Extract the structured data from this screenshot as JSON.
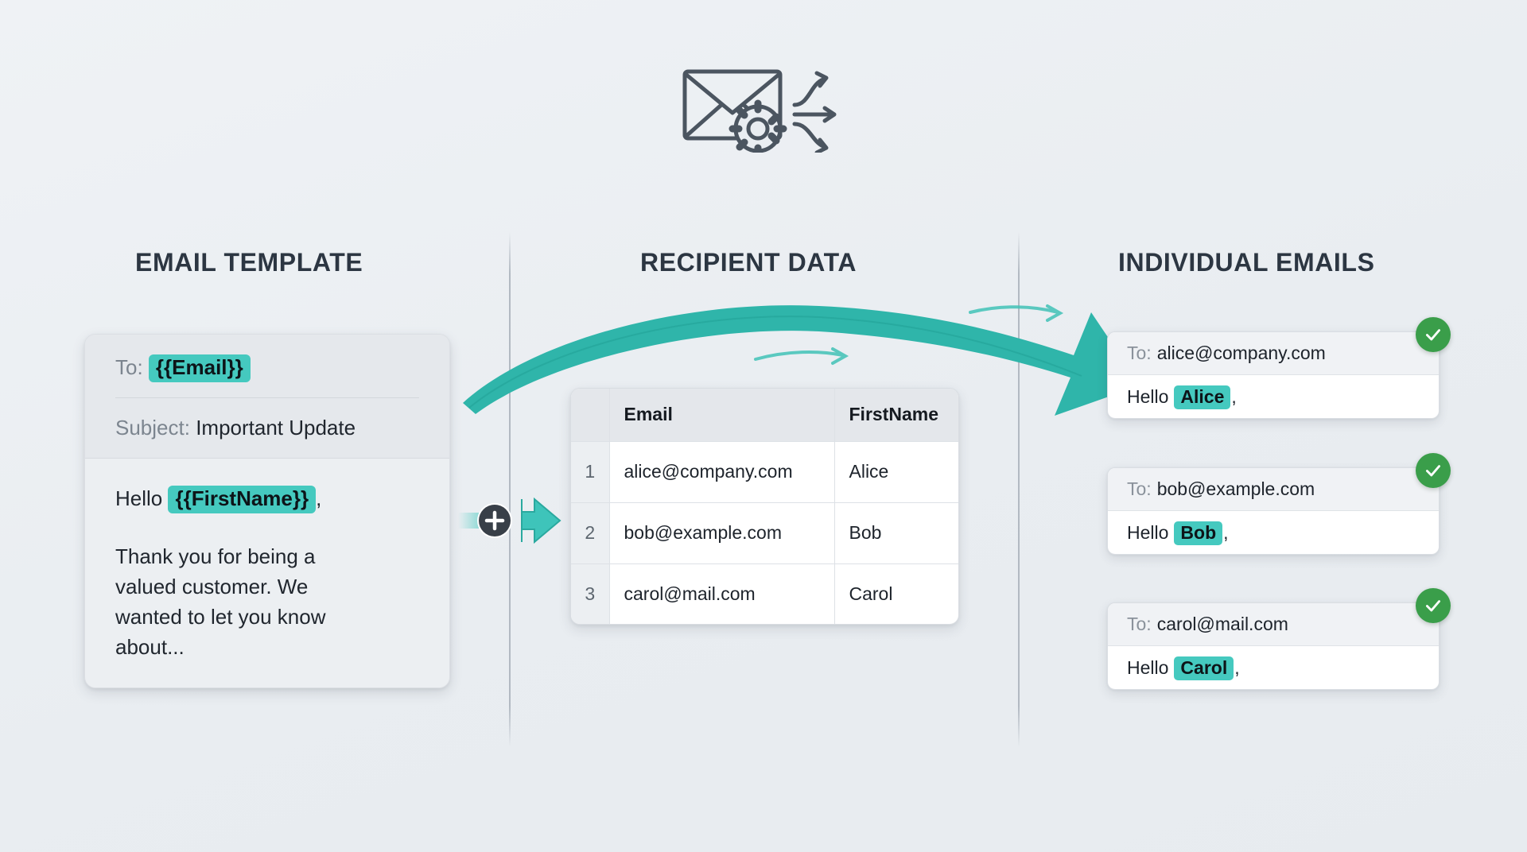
{
  "hero": {
    "icon": "envelope-gear-distribute-icon"
  },
  "columns": {
    "template_title": "EMAIL TEMPLATE",
    "data_title": "RECIPIENT DATA",
    "emails_title": "INDIVIDUAL EMAILS"
  },
  "template_card": {
    "to_label": "To:",
    "to_token": "{{Email}}",
    "subject_label": "Subject:",
    "subject_value": "Important Update",
    "greeting_prefix": "Hello",
    "greeting_token": "{{FirstName}}",
    "greeting_suffix": ",",
    "body_text": "Thank you for being a valued customer. We wanted to let you know about..."
  },
  "connector": {
    "icon": "plus-icon",
    "arrow": "arrow-right-icon"
  },
  "recipient_table": {
    "headers": [
      "",
      "Email",
      "FirstName"
    ],
    "rows": [
      {
        "num": "1",
        "email": "alice@company.com",
        "firstname": "Alice"
      },
      {
        "num": "2",
        "email": "bob@example.com",
        "firstname": "Bob"
      },
      {
        "num": "3",
        "email": "carol@mail.com",
        "firstname": "Carol"
      }
    ]
  },
  "emails": [
    {
      "to_label": "To:",
      "to_value": "alice@company.com",
      "greeting_prefix": "Hello",
      "name": "Alice",
      "greeting_suffix": ",",
      "status_icon": "check-circle-icon"
    },
    {
      "to_label": "To:",
      "to_value": "bob@example.com",
      "greeting_prefix": "Hello",
      "name": "Bob",
      "greeting_suffix": ",",
      "status_icon": "check-circle-icon"
    },
    {
      "to_label": "To:",
      "to_value": "carol@mail.com",
      "greeting_prefix": "Hello",
      "name": "Carol",
      "greeting_suffix": ",",
      "status_icon": "check-circle-icon"
    }
  ],
  "colors": {
    "background": "#eef1f4",
    "accent_teal": "#2fb5aa",
    "highlight_teal": "#45c9bf",
    "success_green": "#3a9e4a",
    "title_dark": "#2c3642",
    "muted_text": "#8a929b",
    "divider": "#a8b0ba"
  }
}
